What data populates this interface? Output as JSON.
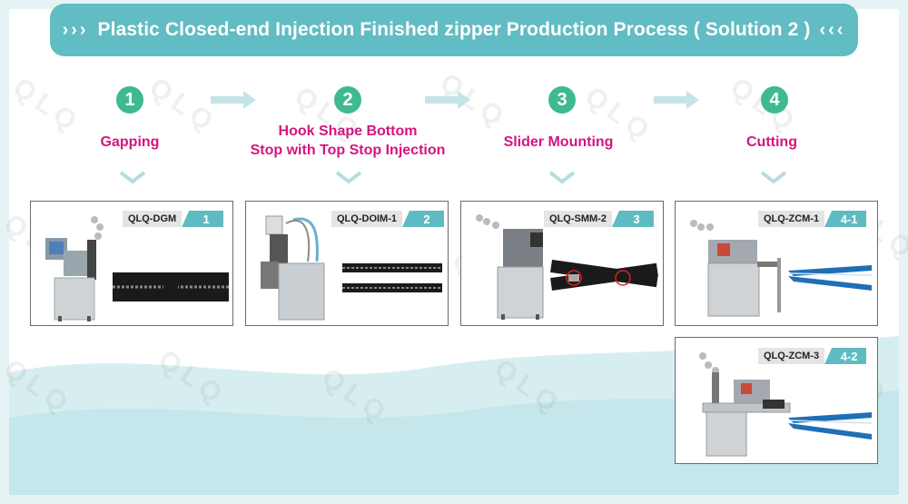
{
  "banner": {
    "deco_left": "›››",
    "title": "Plastic Closed-end Injection Finished zipper Production Process ( Solution 2 )",
    "deco_right": "‹‹‹"
  },
  "watermark": "QLQ",
  "steps": [
    {
      "num": "1",
      "label": "Gapping"
    },
    {
      "num": "2",
      "label": "Hook Shape Bottom\nStop with Top Stop Injection"
    },
    {
      "num": "3",
      "label": "Slider Mounting"
    },
    {
      "num": "4",
      "label": "Cutting"
    }
  ],
  "cards": [
    {
      "model": "QLQ-DGM",
      "num": "1"
    },
    {
      "model": "QLQ-DOIM-1",
      "num": "2"
    },
    {
      "model": "QLQ-SMM-2",
      "num": "3"
    },
    {
      "model": "QLQ-ZCM-1",
      "num": "4-1"
    },
    {
      "model": "QLQ-ZCM-3",
      "num": "4-2"
    }
  ],
  "colors": {
    "accent": "#62bcc3",
    "step_circle": "#3fb98f",
    "step_label": "#d6147f",
    "tag_number": "#5fbbc2",
    "zipper_blue": "#1f6fb5"
  },
  "icons": [
    "right-arrow-icon",
    "chevron-down-icon"
  ]
}
